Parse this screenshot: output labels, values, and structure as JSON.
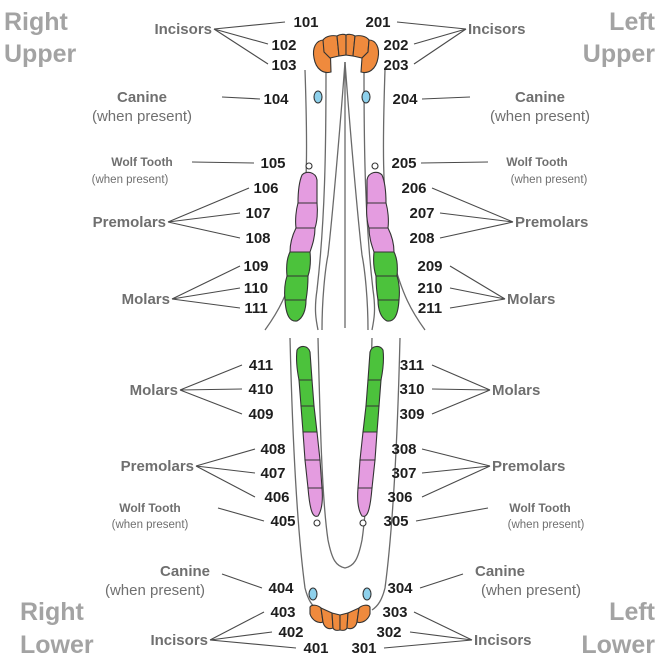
{
  "quadrants": {
    "right_upper": [
      "Right",
      "Upper"
    ],
    "left_upper": [
      "Left",
      "Upper"
    ],
    "right_lower": [
      "Right",
      "Lower"
    ],
    "left_lower": [
      "Left",
      "Lower"
    ]
  },
  "labels": {
    "incisors": "Incisors",
    "canine": "Canine",
    "when_present": "(when present)",
    "wolf_tooth": "Wolf Tooth",
    "premolars": "Premolars",
    "molars": "Molars"
  },
  "teeth": {
    "upper_right": {
      "incisors": [
        "101",
        "102",
        "103"
      ],
      "canine": "104",
      "wolf": "105",
      "premolars": [
        "106",
        "107",
        "108"
      ],
      "molars": [
        "109",
        "110",
        "111"
      ]
    },
    "upper_left": {
      "incisors": [
        "201",
        "202",
        "203"
      ],
      "canine": "204",
      "wolf": "205",
      "premolars": [
        "206",
        "207",
        "208"
      ],
      "molars": [
        "209",
        "210",
        "211"
      ]
    },
    "lower_right": {
      "molars": [
        "411",
        "410",
        "409"
      ],
      "premolars": [
        "408",
        "407",
        "406"
      ],
      "wolf": "405",
      "canine": "404",
      "incisors": [
        "403",
        "402",
        "401"
      ]
    },
    "lower_left": {
      "molars": [
        "311",
        "310",
        "309"
      ],
      "premolars": [
        "308",
        "307",
        "306"
      ],
      "wolf": "305",
      "canine": "304",
      "incisors": [
        "303",
        "302",
        "301"
      ]
    }
  },
  "colors": {
    "incisor": "#ef8a3d",
    "premolar": "#e49ce0",
    "molar": "#4cc23c",
    "canine": "#8ed1ec",
    "wolf_tooth": "#ffffff",
    "quadrant_label": "#a3a3a3",
    "group_label": "#6f6f6f",
    "tooth_number": "#1e1e1e"
  }
}
